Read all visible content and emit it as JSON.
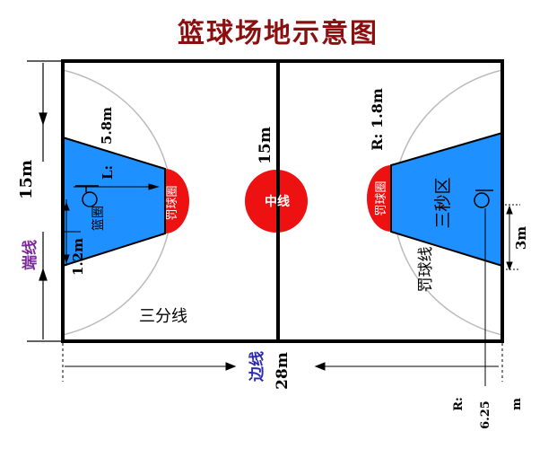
{
  "title": "篮球场地示意图",
  "labels": {
    "length": "28m",
    "width_end": "15m",
    "width_center": "15m",
    "side_line": "边线",
    "end_line": "端线",
    "center_circle": "中线",
    "three_point_line": "三分线",
    "key_length": "5.8m",
    "key_letter": "L:",
    "free_throw_radius": "R: 1.8m",
    "free_throw_circle_left": "罚球圈",
    "free_throw_circle_right": "罚球圈",
    "three_second_area": "三秒区",
    "free_throw_line": "罚球线",
    "hoop": "篮圈",
    "dim_1_2": "1.2m",
    "dim_3": "3m",
    "three_pt_radius_r": "R:",
    "three_pt_radius_val": "6.25",
    "three_pt_radius_unit": "m"
  },
  "colors": {
    "title": "#8b0f0f",
    "key_fill": "#1e90ff",
    "circle_fill": "#ee1111",
    "court_line": "#000000",
    "arc_line": "#bbbbbb",
    "end_line_label": "#7a2a9a",
    "side_line_label": "#2a2ab0"
  }
}
